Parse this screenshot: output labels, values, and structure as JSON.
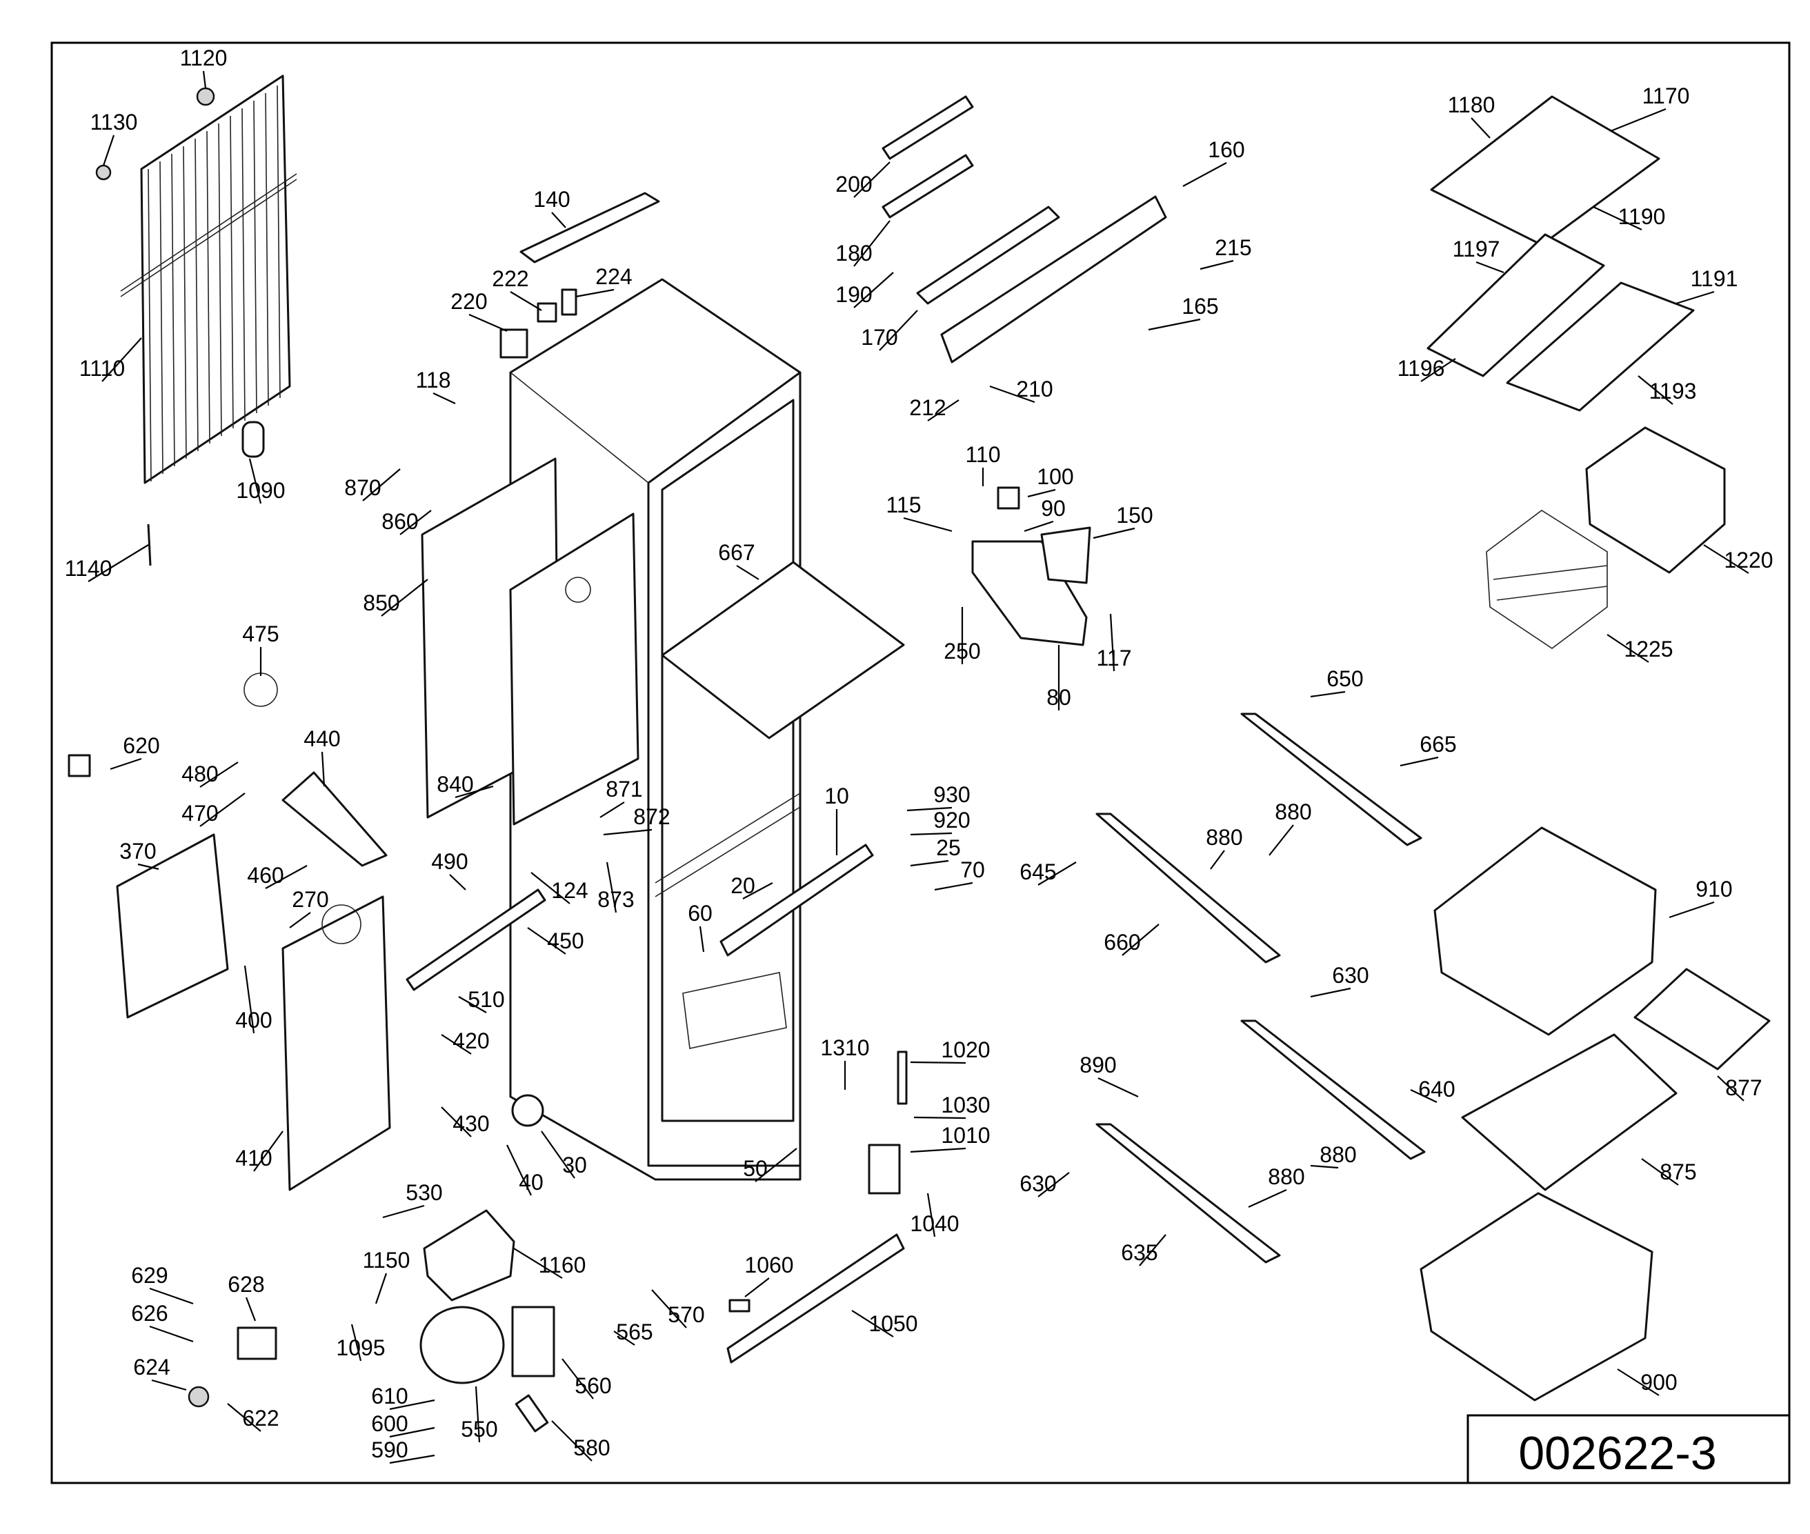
{
  "diagram": {
    "drawing_number": "002622-3",
    "part_numbers": [
      "1120",
      "1130",
      "1110",
      "1090",
      "1140",
      "140",
      "222",
      "224",
      "220",
      "118",
      "870",
      "860",
      "850",
      "840",
      "475",
      "620",
      "480",
      "470",
      "440",
      "460",
      "370",
      "490",
      "124",
      "450",
      "270",
      "400",
      "410",
      "510",
      "420",
      "430",
      "40",
      "30",
      "530",
      "871",
      "872",
      "873",
      "20",
      "10",
      "60",
      "667",
      "200",
      "180",
      "190",
      "170",
      "160",
      "215",
      "165",
      "212",
      "210",
      "110",
      "100",
      "115",
      "90",
      "150",
      "250",
      "117",
      "80",
      "930",
      "920",
      "25",
      "70",
      "1310",
      "50",
      "1020",
      "1030",
      "1010",
      "1040",
      "1060",
      "1050",
      "570",
      "565",
      "1160",
      "1150",
      "1095",
      "560",
      "580",
      "550",
      "610",
      "600",
      "590",
      "629",
      "628",
      "626",
      "624",
      "622",
      "1180",
      "1170",
      "1190",
      "1197",
      "1191",
      "1196",
      "1193",
      "1220",
      "1225",
      "650",
      "665",
      "880",
      "645",
      "660",
      "630",
      "640",
      "890",
      "635",
      "910",
      "877",
      "875",
      "900"
    ]
  }
}
